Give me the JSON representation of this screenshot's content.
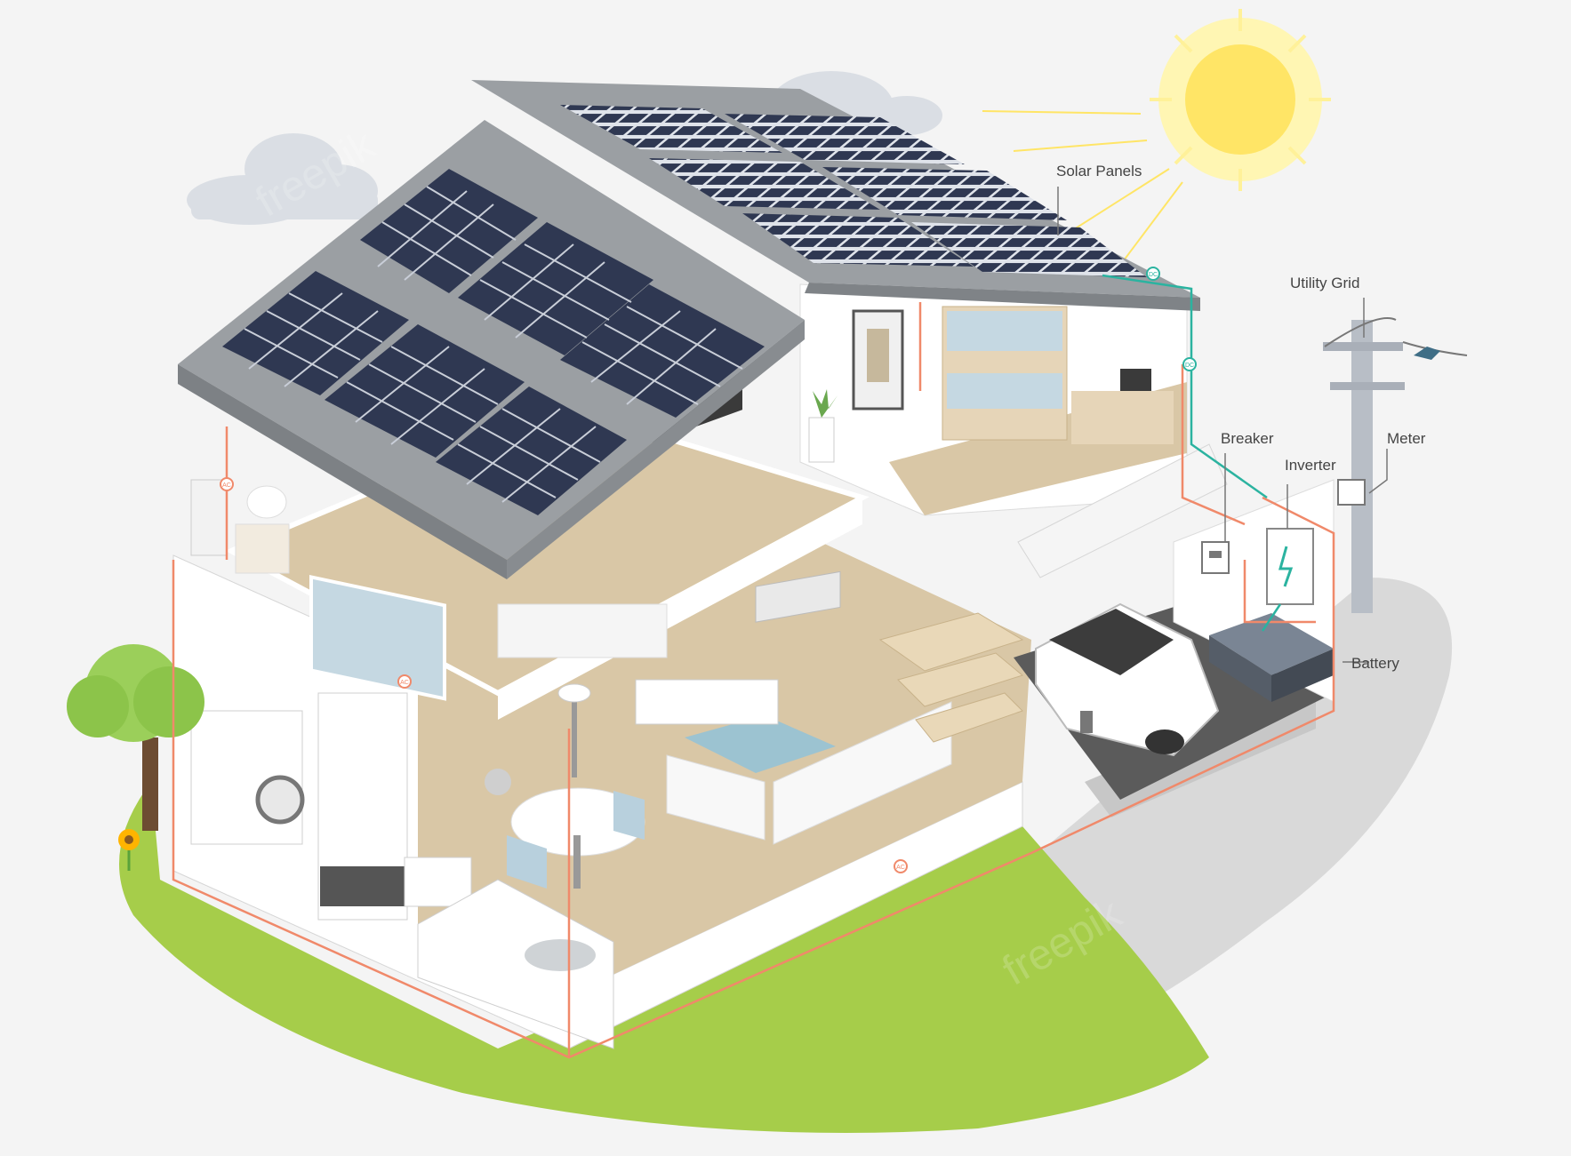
{
  "labels": {
    "solar_panels": "Solar Panels",
    "utility_grid": "Utility Grid",
    "breaker": "Breaker",
    "inverter": "Inverter",
    "meter": "Meter",
    "battery": "Battery"
  },
  "wire_tags": {
    "ac": "AC",
    "dc": "DC"
  },
  "watermark": "freepik",
  "colors": {
    "background": "#f4f4f4",
    "ground": "#a6cd4a",
    "road": "#d9d9d9",
    "roof": "#9b9fa3",
    "panel": "#2f3852",
    "floor": "#d9c7a6",
    "wall": "#ffffff",
    "ac_wire": "#f0896a",
    "dc_wire": "#2bb3a0",
    "sun": "#ffe566",
    "sun_rays": "#fff199",
    "cloud": "#dadee4"
  },
  "icons": [
    "sun-icon",
    "cloud-icon",
    "solar-panel-icon",
    "utility-pole-icon",
    "meter-icon",
    "inverter-icon",
    "breaker-icon",
    "battery-icon",
    "electric-car-icon",
    "tree-icon",
    "bird-icon",
    "flower-icon"
  ]
}
